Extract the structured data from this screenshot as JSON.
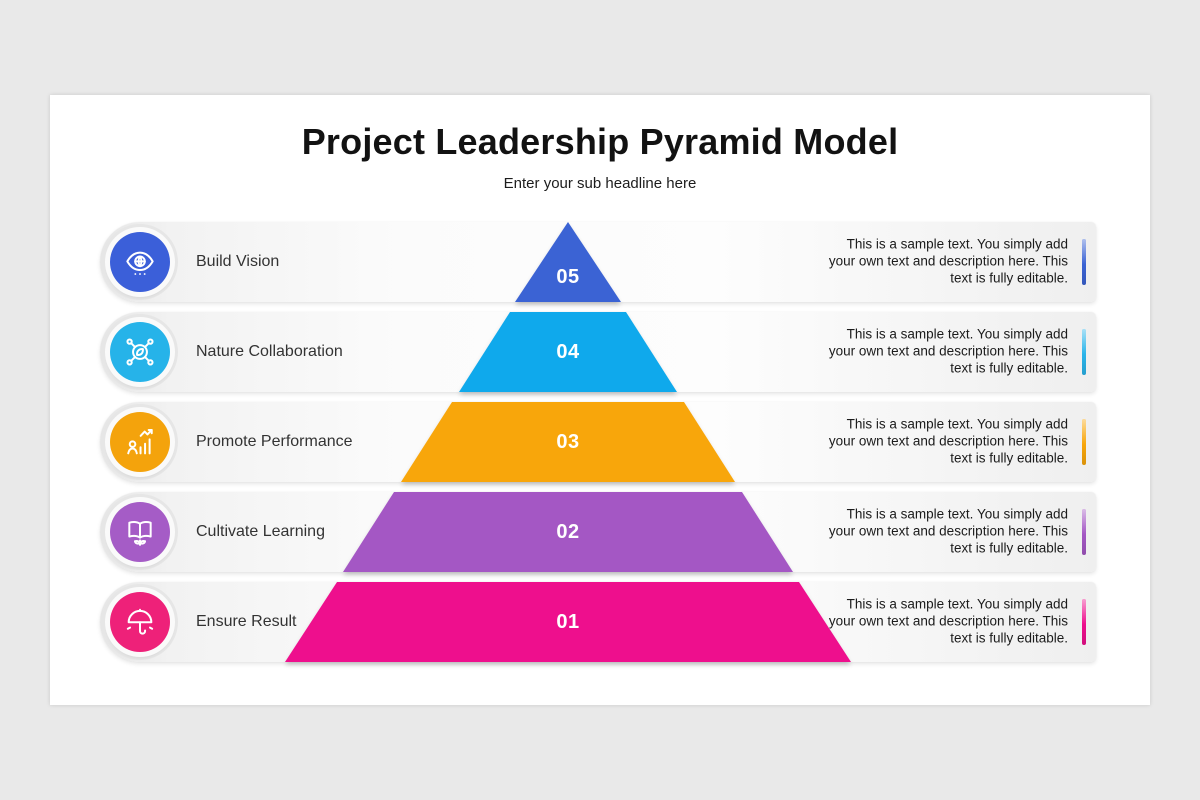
{
  "slide": {
    "title": "Project Leadership Pyramid Model",
    "subtitle": "Enter your sub headline here"
  },
  "rows": [
    {
      "number": "05",
      "label": "Build Vision",
      "description": "This is a sample text. You simply add your own text and description here. This text is fully editable.",
      "icon": "eye-vision-icon",
      "level_color": "#3b63d4",
      "icon_color": "#3b5fd9",
      "accent_color": "#3b63d4"
    },
    {
      "number": "04",
      "label": "Nature Collaboration",
      "description": "This is a sample text. You simply add your own text and description here. This text is fully editable.",
      "icon": "nature-collaboration-icon",
      "level_color": "#0fa9ec",
      "icon_color": "#26b3e9",
      "accent_color": "#2ab4ea"
    },
    {
      "number": "03",
      "label": "Promote Performance",
      "description": "This is a sample text. You simply add your own text and description here. This text is fully editable.",
      "icon": "performance-chart-icon",
      "level_color": "#f8a60b",
      "icon_color": "#f4a30c",
      "accent_color": "#f8a60b"
    },
    {
      "number": "02",
      "label": "Cultivate Learning",
      "description": "This is a sample text. You simply add your own text and description here. This text is fully editable.",
      "icon": "open-book-learning-icon",
      "level_color": "#a457c4",
      "icon_color": "#a55cc6",
      "accent_color": "#a457c4"
    },
    {
      "number": "01",
      "label": "Ensure Result",
      "description": "This is a sample text. You simply add your own text and description here. This text is fully editable.",
      "icon": "umbrella-result-icon",
      "level_color": "#ee0f8d",
      "icon_color": "#ee2179",
      "accent_color": "#ee0f8d"
    }
  ]
}
